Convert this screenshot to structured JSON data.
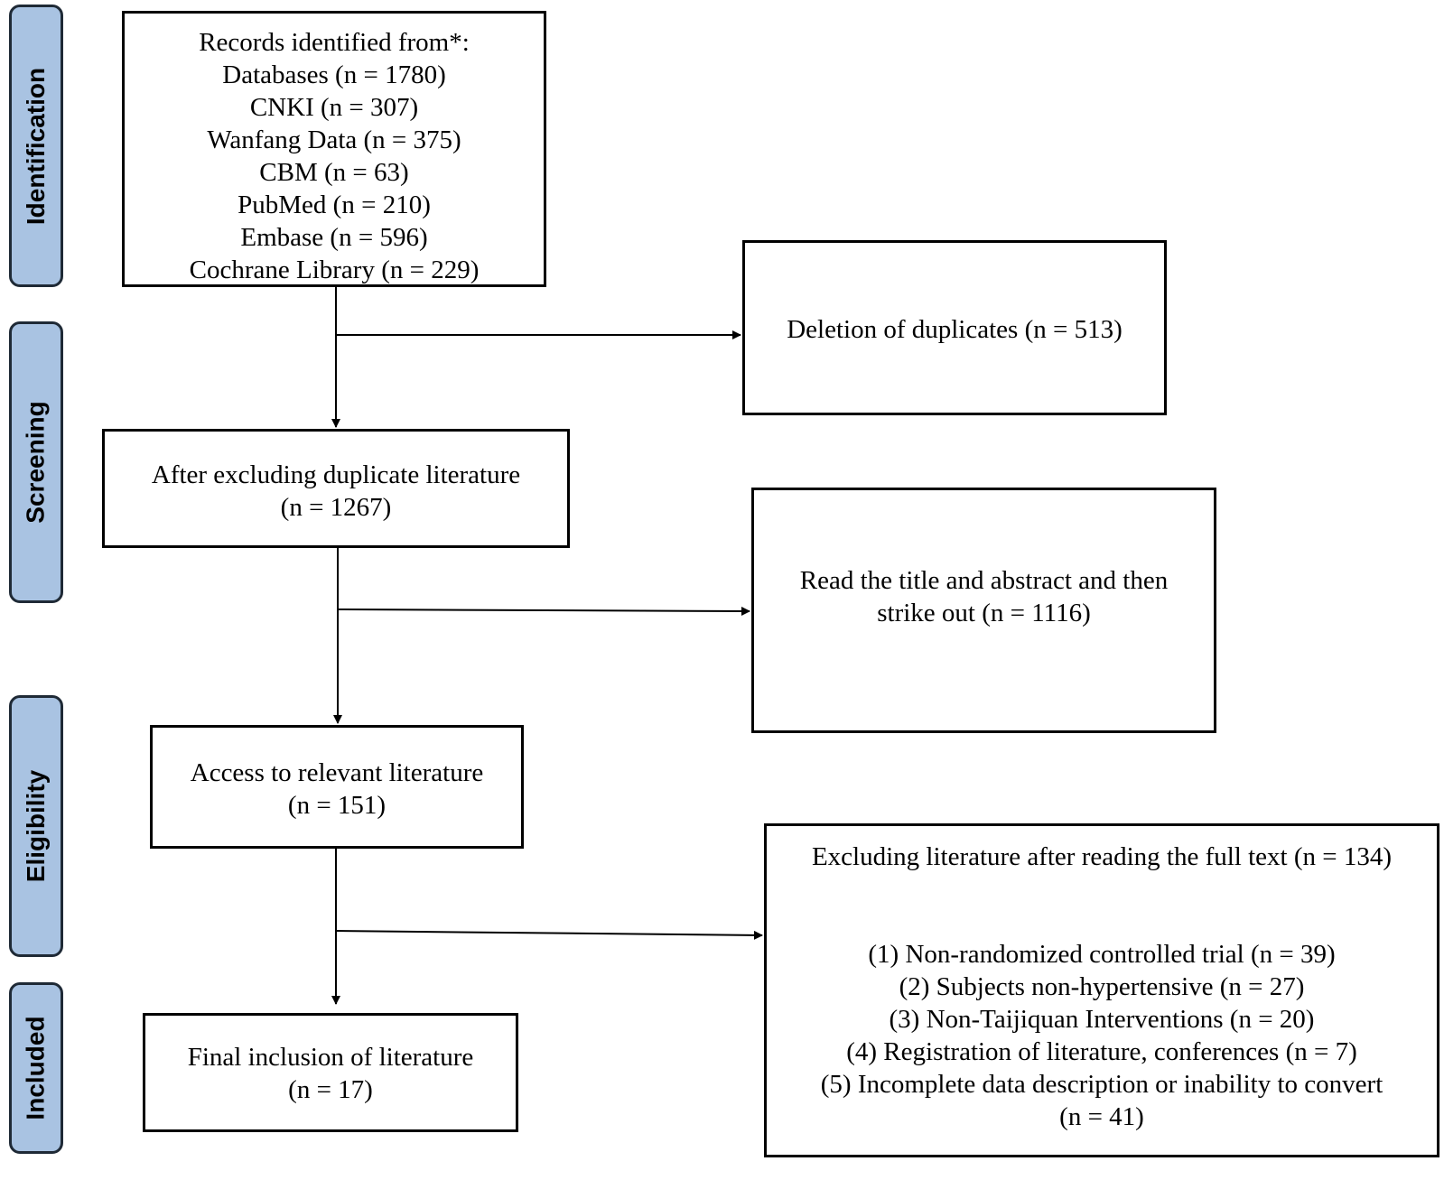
{
  "stages": {
    "identification": "Identification",
    "screening": "Screening",
    "eligibility": "Eligibility",
    "included": "Included"
  },
  "records_box": {
    "lines": [
      "Records identified from*:",
      "Databases (n = 1780)",
      "CNKI (n = 307)",
      "Wanfang Data (n = 375)",
      "CBM (n = 63)",
      "PubMed (n = 210)",
      "Embase (n = 596)",
      "Cochrane Library (n = 229)"
    ]
  },
  "duplicates_box": {
    "text": "Deletion of duplicates (n = 513)"
  },
  "after_dup_box": {
    "lines": [
      "After excluding duplicate literature",
      "(n = 1267)"
    ]
  },
  "title_abstract_box": {
    "lines": [
      "Read the title and abstract and then",
      "strike out (n = 1116)"
    ]
  },
  "relevant_box": {
    "lines": [
      "Access to relevant literature",
      "(n = 151)"
    ]
  },
  "fulltext_box": {
    "heading": "Excluding literature after reading the full text (n = 134)",
    "reasons": [
      "(1) Non-randomized controlled trial (n = 39)",
      "(2) Subjects non-hypertensive (n = 27)",
      "(3) Non-Taijiquan Interventions (n = 20)",
      "(4) Registration of literature, conferences (n = 7)",
      "(5) Incomplete data description or inability to convert",
      "(n = 41)"
    ]
  },
  "final_box": {
    "lines": [
      "Final inclusion of literature",
      "(n = 17)"
    ]
  }
}
